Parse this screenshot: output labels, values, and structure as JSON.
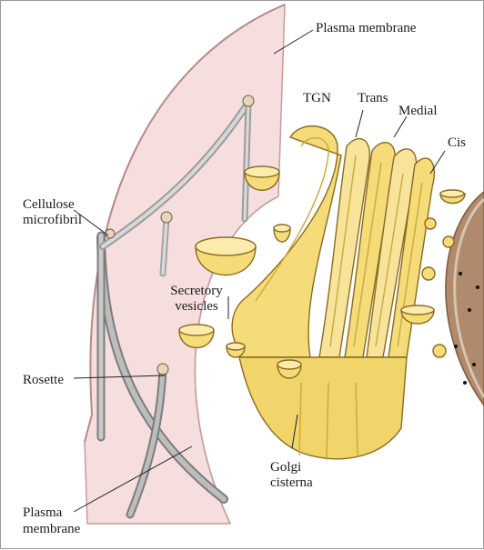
{
  "figure": {
    "labels": {
      "plasma_membrane_top": "Plasma membrane",
      "tgn": "TGN",
      "trans": "Trans",
      "medial": "Medial",
      "cis": "Cis",
      "cellulose_line1": "Cellulose",
      "cellulose_line2": "microfibril",
      "secretory_line1": "Secretory",
      "secretory_line2": "vesicles",
      "rosette": "Rosette",
      "golgi_line1": "Golgi",
      "golgi_line2": "cisterna",
      "plasma_bottom_line1": "Plasma",
      "plasma_bottom_line2": "membrane"
    },
    "colors": {
      "membrane_fill": "#f6dede",
      "membrane_edge": "#c99a9a",
      "golgi_fill": "#f5dc78",
      "golgi_light": "#fbecae",
      "golgi_dark": "#d8b94a",
      "nucleus": "#b08a6c",
      "fibril": "#a9a9a9"
    }
  }
}
